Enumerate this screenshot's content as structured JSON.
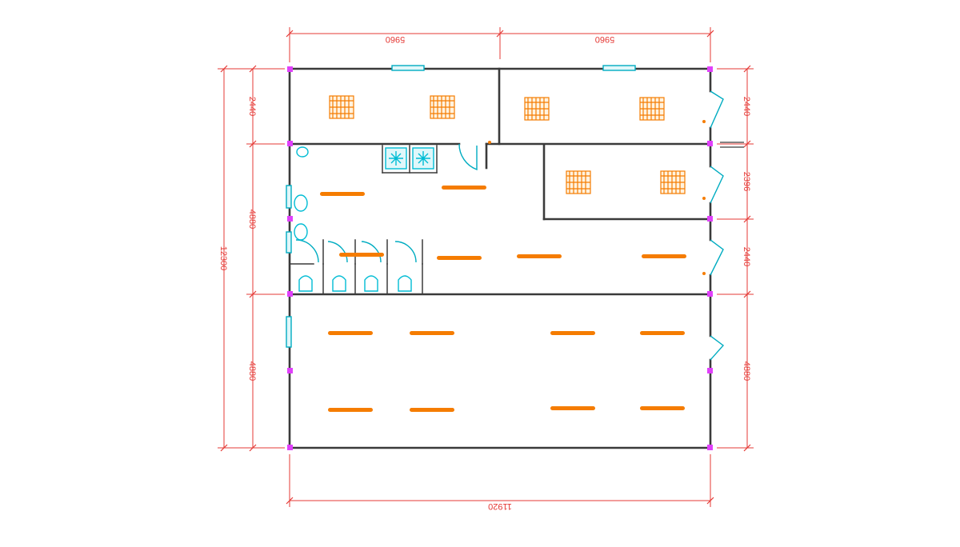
{
  "colors": {
    "wall": "#3a3a3a",
    "dimension": "#e53935",
    "furniture": "#f57c00",
    "fixture": "#00bcd4",
    "door": "#00acc1",
    "column": "#d500f9"
  },
  "dimensions": {
    "top_left": "5960",
    "top_right": "5960",
    "bottom_total": "11920",
    "left_total": "12300",
    "left_top": "2440",
    "left_mid": "4880",
    "left_bottom": "4880",
    "right_1": "2440",
    "right_2": "2396",
    "right_3": "2440",
    "right_4": "4880"
  },
  "icons": {
    "ac_unit": "ac-unit-icon",
    "toilet": "toilet-icon",
    "sink": "sink-icon",
    "bunk_bed": "bunk-bed-icon",
    "light": "ceiling-light-icon",
    "door": "door-swing-icon",
    "window": "window-icon",
    "column": "column-marker-icon"
  }
}
